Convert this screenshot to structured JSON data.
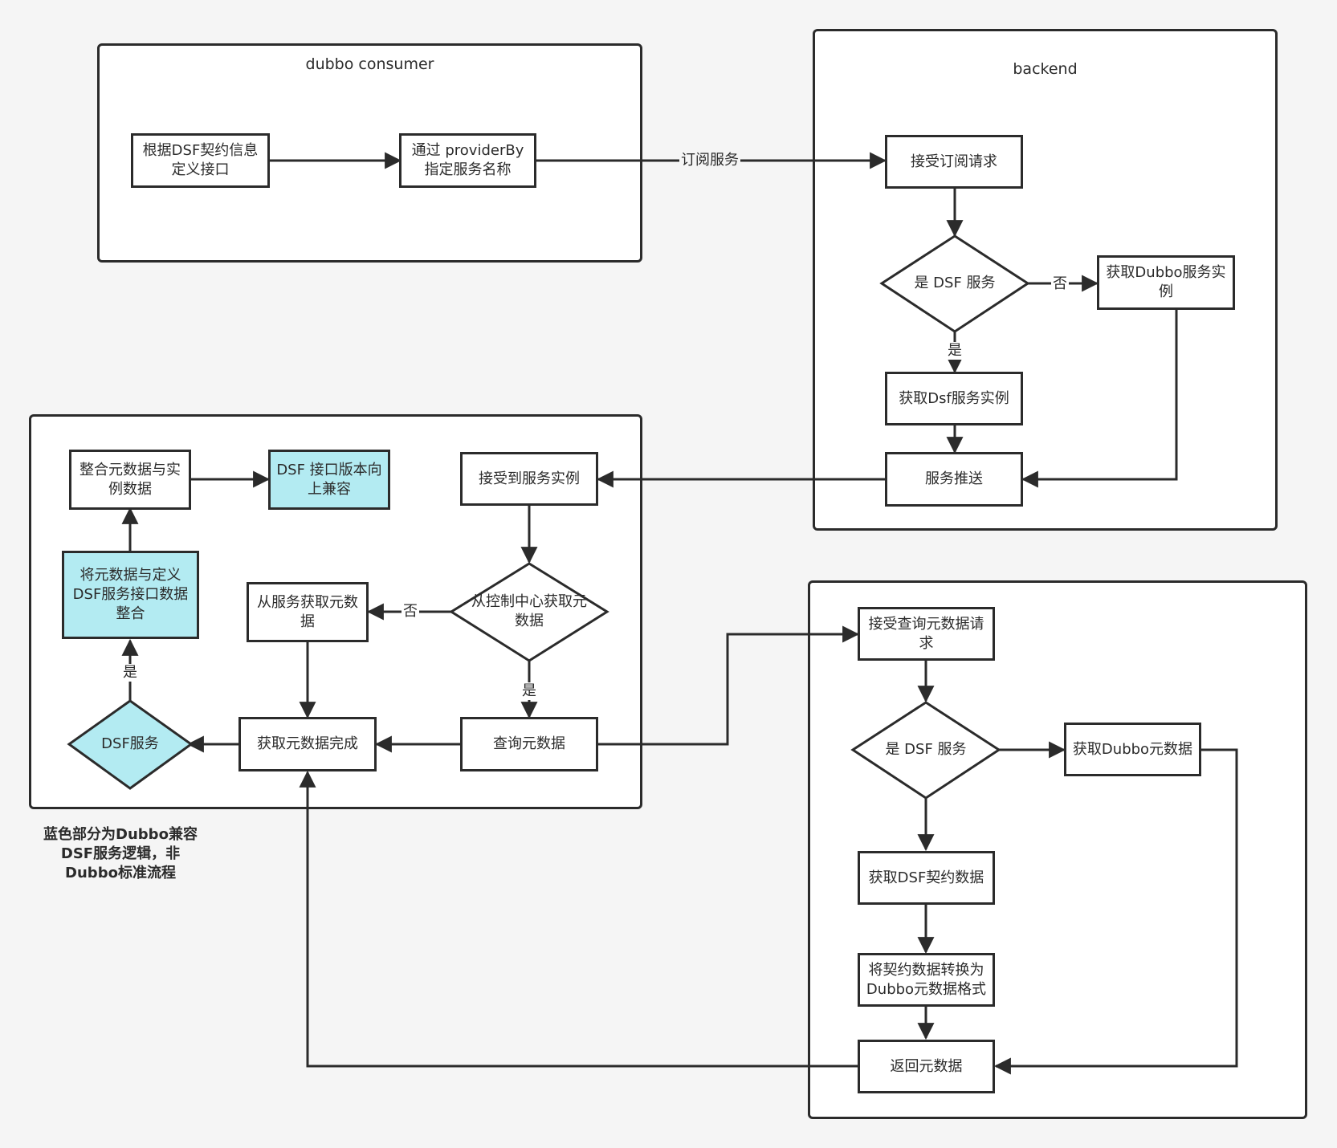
{
  "groups": {
    "consumer": "dubbo consumer",
    "backend": "backend"
  },
  "nodes": {
    "define_interface": "根据DSF契约信息定义接口",
    "provider_by": "通过 providerBy 指定服务名称",
    "accept_subscribe": "接受订阅请求",
    "is_dsf_1": "是 DSF 服务",
    "get_dubbo_instance": "获取Dubbo服务实例",
    "get_dsf_instance": "获取Dsf服务实例",
    "service_push": "服务推送",
    "merge_meta_instance": "整合元数据与实例数据",
    "dsf_compat": "DSF 接口版本向上兼容",
    "receive_instance": "接受到服务实例",
    "merge_meta_define": "将元数据与定义DSF服务接口数据整合",
    "get_meta_from_service": "从服务获取元数据",
    "get_meta_from_center": "从控制中心获取元数据",
    "dsf_service": "DSF服务",
    "meta_done": "获取元数据完成",
    "query_meta": "查询元数据",
    "accept_query": "接受查询元数据请求",
    "is_dsf_2": "是 DSF 服务",
    "get_dubbo_meta": "获取Dubbo元数据",
    "get_dsf_contract": "获取DSF契约数据",
    "convert_contract": "将契约数据转换为Dubbo元数据格式",
    "return_meta": "返回元数据"
  },
  "edge_labels": {
    "subscribe": "订阅服务",
    "no_1": "否",
    "yes_1": "是",
    "no_2": "否",
    "yes_2": "是",
    "yes_3": "是"
  },
  "note": "蓝色部分为Dubbo兼容DSF服务逻辑，非Dubbo标准流程",
  "colors": {
    "line": "#2b2b2b",
    "highlight": "#b3ebf2",
    "background": "#f5f5f5"
  }
}
